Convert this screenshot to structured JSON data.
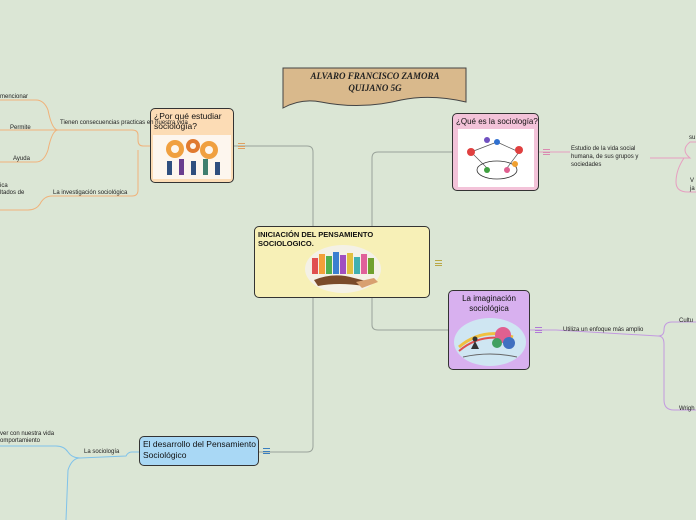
{
  "title_banner": {
    "text": "ALVARO FRANCISCO ZAMORA QUIJANO 5G"
  },
  "central_topic": {
    "label": "INICIACIÓN DEL PENSAMIENTO SOCIOLOGICO."
  },
  "topics": {
    "por_que": {
      "label": "¿Por qué estudiar sociología?",
      "subtopics": [
        "Tienen consecuencias practicas en nuestra vida",
        "La investigación sociológica"
      ],
      "leaves": [
        "mencionar",
        "Permite",
        "Ayuda",
        "ica",
        "ltados de"
      ]
    },
    "que_es": {
      "label": "¿Qué es la sociología?",
      "subtopic": "Estudio de la vida social humana, de sus grupos y sociedades",
      "leaves": [
        "su",
        "V",
        "ja"
      ]
    },
    "imaginacion": {
      "label": "La imaginación sociológica",
      "subtopic": "Utiliza un enfoque más amplio",
      "leaves": [
        "Cultu",
        "Wrigh"
      ]
    },
    "desarrollo": {
      "label": "El desarrollo del Pensamiento Sociológico",
      "subtopic": "La sociología",
      "leaves": [
        "ver con nuestra vida",
        "omportamiento"
      ]
    }
  },
  "colors": {
    "background": "#dbe6d5",
    "central": "#f7f0b7",
    "por_que": "#fcdcb5",
    "que_es": "#f3c3d9",
    "imaginacion": "#d8b0ef",
    "desarrollo": "#a9d8f5",
    "banner": "#d9b98c"
  }
}
